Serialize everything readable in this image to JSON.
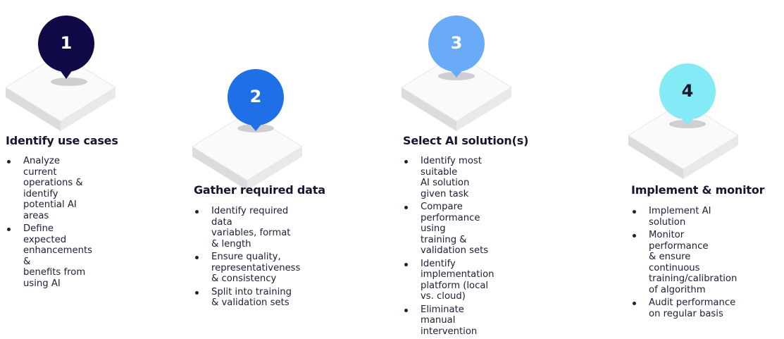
{
  "colors": {
    "pin1": "#0f0a45",
    "pin2": "#1f6fe6",
    "pin3": "#6aabf7",
    "pin4": "#84eaf5",
    "pin1_text": "#ffffff",
    "pin2_text": "#ffffff",
    "pin3_text": "#ffffff",
    "pin4_text": "#161630"
  },
  "steps": [
    {
      "number": "1",
      "title": "Identify use cases",
      "bullets": [
        "Analyze current\noperations & identify\npotential AI areas",
        "Define expected\nenhancements &\nbenefits from using AI"
      ]
    },
    {
      "number": "2",
      "title": "Gather required data",
      "bullets": [
        "Identify required data\nvariables, format & length",
        "Ensure quality,\nrepresentativeness\n& consistency",
        "Split into training\n& validation sets"
      ]
    },
    {
      "number": "3",
      "title": "Select AI solution(s)",
      "bullets": [
        "Identify most suitable\nAI solution given task",
        "Compare performance using\ntraining & validation sets",
        "Identify implementation\nplatform (local vs. cloud)",
        "Eliminate manual\nintervention"
      ]
    },
    {
      "number": "4",
      "title": "Implement & monitor",
      "bullets": [
        "Implement AI solution",
        "Monitor performance\n& ensure continuous\ntraining/calibration\nof algorithm",
        "Audit performance\non regular basis"
      ]
    }
  ]
}
